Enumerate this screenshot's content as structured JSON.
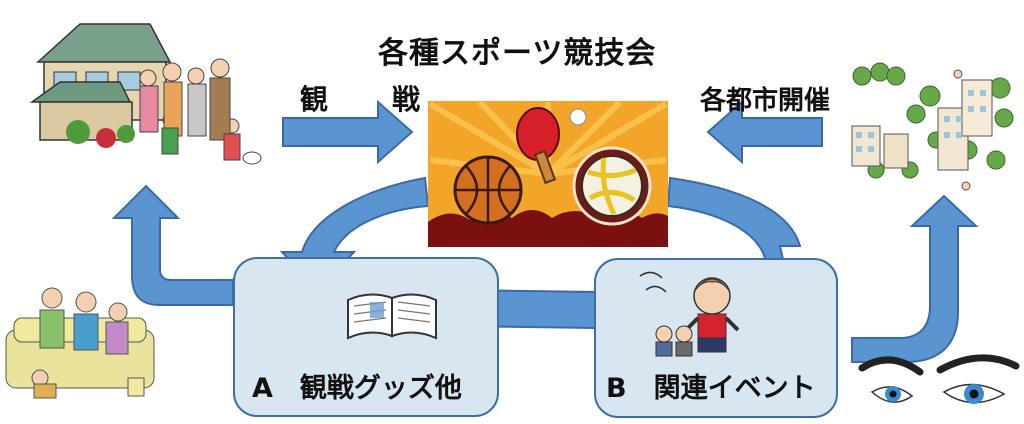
{
  "title": "各種スポーツ競技会",
  "watch_label": "観　戦",
  "cities_label": "各都市開催",
  "box_a_label": "A　観戦グッズ他",
  "box_b_label": "B　関連イベント",
  "colors": {
    "arrow_fill": "#5b95d1",
    "arrow_stroke": "#3a6aa8",
    "box_fill": "#d8e6f2",
    "box_stroke": "#3f6fa6",
    "banner_bg": "#f3a52a"
  },
  "illustrations": [
    "family-house-illustration",
    "city-buildings-illustration",
    "family-watching-tv-illustration",
    "eyes-illustration",
    "sports-balls-banner",
    "open-book-illustration",
    "cheering-person-illustration"
  ]
}
